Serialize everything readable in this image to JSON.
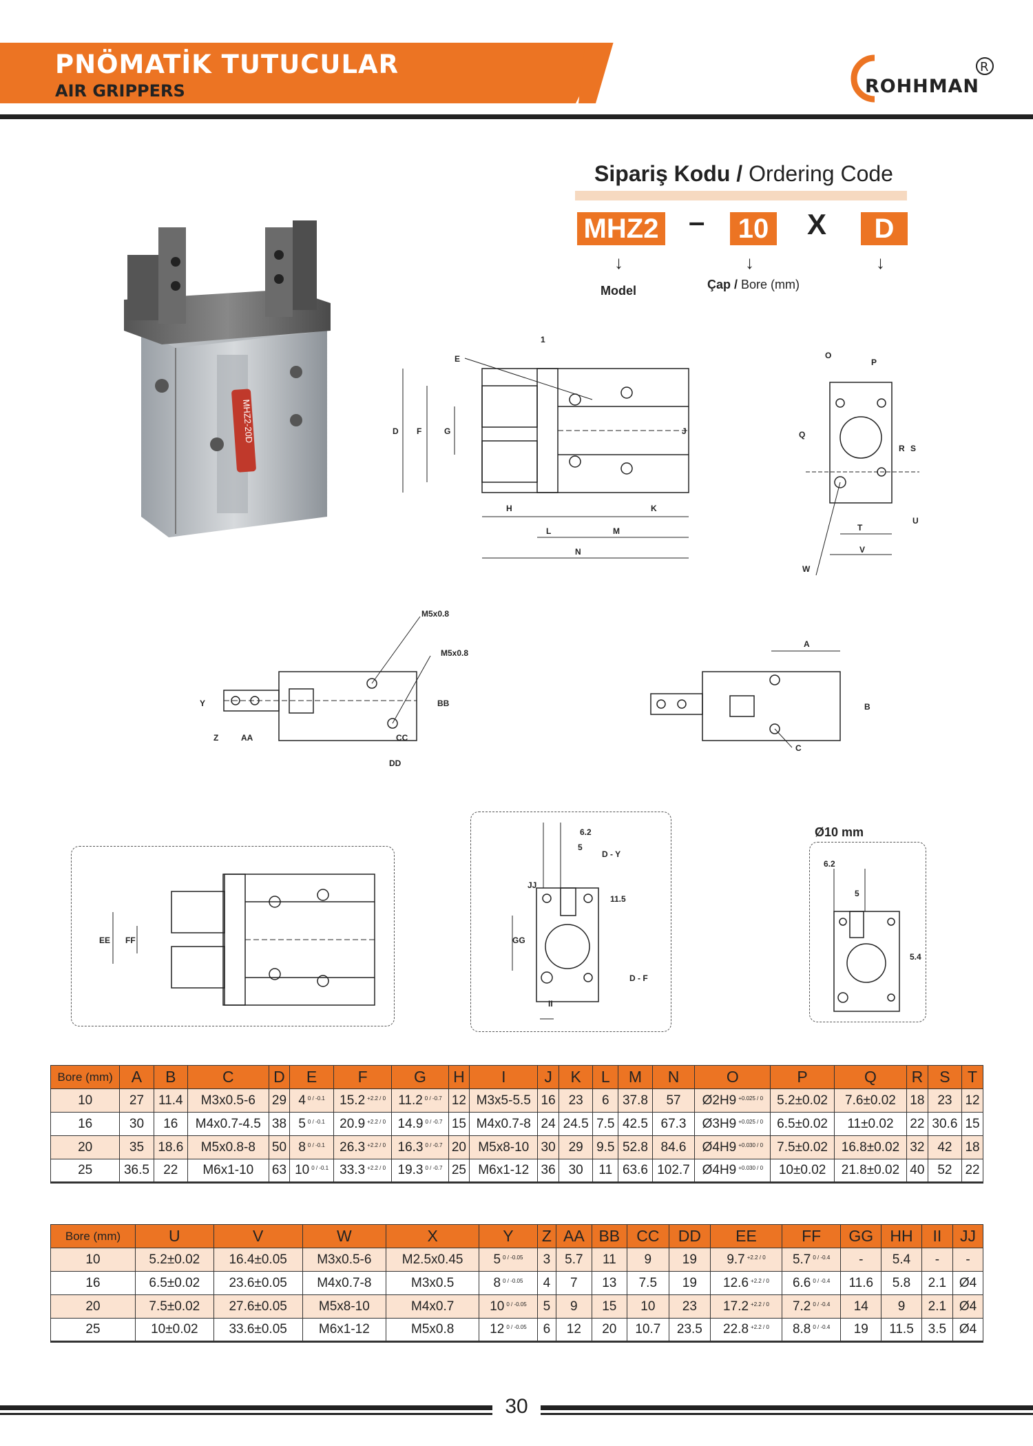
{
  "header": {
    "title_tr": "PNÖMATİK TUTUCULAR",
    "title_en": "AIR GRIPPERS",
    "brand": "ROHHMAN",
    "registered": "R",
    "colors": {
      "accent": "#ec7423",
      "dark": "#222222",
      "light_accent": "#fbe3d1"
    }
  },
  "ordering": {
    "title_tr": "Sipariş Kodu",
    "separator": " / ",
    "title_en": "Ordering Code",
    "code_model": "MHZ2",
    "code_dash": "–",
    "code_bore": "10",
    "code_x": "X",
    "code_suffix": "D",
    "arrow": "↓",
    "label_model": "Model",
    "label_bore_tr": "Çap",
    "label_bore_sep": " / ",
    "label_bore_en": "Bore (mm)"
  },
  "drawing_labels": {
    "d1": [
      "1",
      "E",
      "D",
      "F",
      "G",
      "H",
      "L",
      "M",
      "N",
      "K",
      "J"
    ],
    "d2": [
      "O",
      "P",
      "Q",
      "R",
      "S",
      "U",
      "T",
      "V",
      "W"
    ],
    "d3": [
      "M5x0.8",
      "M5x0.8",
      "Y",
      "Z",
      "AA",
      "BB",
      "CC",
      "DD"
    ],
    "d4": [
      "A",
      "B",
      "C"
    ],
    "d5": [
      "EE",
      "FF"
    ],
    "d6": [
      "6.2",
      "5",
      "D - Y",
      "JJ",
      "11.5",
      "GG",
      "D - F",
      "II"
    ],
    "d7_title": "Ø10 mm",
    "d7": [
      "6.2",
      "5",
      "5.4"
    ]
  },
  "table1": {
    "headers": [
      "Bore (mm)",
      "A",
      "B",
      "C",
      "D",
      "E",
      "F",
      "G",
      "H",
      "I",
      "J",
      "K",
      "L",
      "M",
      "N",
      "O",
      "P",
      "Q",
      "R",
      "S",
      "T"
    ],
    "rows": [
      {
        "bore": "10",
        "A": "27",
        "B": "11.4",
        "C": "M3x0.5-6",
        "D": "29",
        "E": "4",
        "E_tol": "0 / -0.1",
        "F": "15.2",
        "F_tol": "+2.2 / 0",
        "G": "11.2",
        "G_tol": "0 / -0.7",
        "H": "12",
        "I": "M3x5-5.5",
        "J": "16",
        "K": "23",
        "L": "6",
        "M": "37.8",
        "N": "57",
        "O": "Ø2H9",
        "O_tol": "+0.025 / 0",
        "P": "5.2±0.02",
        "Q": "7.6±0.02",
        "R": "18",
        "S": "23",
        "T": "12"
      },
      {
        "bore": "16",
        "A": "30",
        "B": "16",
        "C": "M4x0.7-4.5",
        "D": "38",
        "E": "5",
        "E_tol": "0 / -0.1",
        "F": "20.9",
        "F_tol": "+2.2 / 0",
        "G": "14.9",
        "G_tol": "0 / -0.7",
        "H": "15",
        "I": "M4x0.7-8",
        "J": "24",
        "K": "24.5",
        "L": "7.5",
        "M": "42.5",
        "N": "67.3",
        "O": "Ø3H9",
        "O_tol": "+0.025 / 0",
        "P": "6.5±0.02",
        "Q": "11±0.02",
        "R": "22",
        "S": "30.6",
        "T": "15"
      },
      {
        "bore": "20",
        "A": "35",
        "B": "18.6",
        "C": "M5x0.8-8",
        "D": "50",
        "E": "8",
        "E_tol": "0 / -0.1",
        "F": "26.3",
        "F_tol": "+2.2 / 0",
        "G": "16.3",
        "G_tol": "0 / -0.7",
        "H": "20",
        "I": "M5x8-10",
        "J": "30",
        "K": "29",
        "L": "9.5",
        "M": "52.8",
        "N": "84.6",
        "O": "Ø4H9",
        "O_tol": "+0.030 / 0",
        "P": "7.5±0.02",
        "Q": "16.8±0.02",
        "R": "32",
        "S": "42",
        "T": "18"
      },
      {
        "bore": "25",
        "A": "36.5",
        "B": "22",
        "C": "M6x1-10",
        "D": "63",
        "E": "10",
        "E_tol": "0 / -0.1",
        "F": "33.3",
        "F_tol": "+2.2 / 0",
        "G": "19.3",
        "G_tol": "0 / -0.7",
        "H": "25",
        "I": "M6x1-12",
        "J": "36",
        "K": "30",
        "L": "11",
        "M": "63.6",
        "N": "102.7",
        "O": "Ø4H9",
        "O_tol": "+0.030 / 0",
        "P": "10±0.02",
        "Q": "21.8±0.02",
        "R": "40",
        "S": "52",
        "T": "22"
      }
    ]
  },
  "table2": {
    "headers": [
      "Bore (mm)",
      "U",
      "V",
      "W",
      "X",
      "Y",
      "Z",
      "AA",
      "BB",
      "CC",
      "DD",
      "EE",
      "FF",
      "GG",
      "HH",
      "II",
      "JJ"
    ],
    "rows": [
      {
        "bore": "10",
        "U": "5.2±0.02",
        "V": "16.4±0.05",
        "W": "M3x0.5-6",
        "X": "M2.5x0.45",
        "Y": "5",
        "Y_tol": "0 / -0.05",
        "Z": "3",
        "AA": "5.7",
        "BB": "11",
        "CC": "9",
        "DD": "19",
        "EE": "9.7",
        "EE_tol": "+2.2 / 0",
        "FF": "5.7",
        "FF_tol": "0 / -0.4",
        "GG": "-",
        "HH": "5.4",
        "II": "-",
        "JJ": "-"
      },
      {
        "bore": "16",
        "U": "6.5±0.02",
        "V": "23.6±0.05",
        "W": "M4x0.7-8",
        "X": "M3x0.5",
        "Y": "8",
        "Y_tol": "0 / -0.05",
        "Z": "4",
        "AA": "7",
        "BB": "13",
        "CC": "7.5",
        "DD": "19",
        "EE": "12.6",
        "EE_tol": "+2.2 / 0",
        "FF": "6.6",
        "FF_tol": "0 / -0.4",
        "GG": "11.6",
        "HH": "5.8",
        "II": "2.1",
        "JJ": "Ø4"
      },
      {
        "bore": "20",
        "U": "7.5±0.02",
        "V": "27.6±0.05",
        "W": "M5x8-10",
        "X": "M4x0.7",
        "Y": "10",
        "Y_tol": "0 / -0.05",
        "Z": "5",
        "AA": "9",
        "BB": "15",
        "CC": "10",
        "DD": "23",
        "EE": "17.2",
        "EE_tol": "+2.2 / 0",
        "FF": "7.2",
        "FF_tol": "0 / -0.4",
        "GG": "14",
        "HH": "9",
        "II": "2.1",
        "JJ": "Ø4"
      },
      {
        "bore": "25",
        "U": "10±0.02",
        "V": "33.6±0.05",
        "W": "M6x1-12",
        "X": "M5x0.8",
        "Y": "12",
        "Y_tol": "0 / -0.05",
        "Z": "6",
        "AA": "12",
        "BB": "20",
        "CC": "10.7",
        "DD": "23.5",
        "EE": "22.8",
        "EE_tol": "+2.2 / 0",
        "FF": "8.8",
        "FF_tol": "0 / -0.4",
        "GG": "19",
        "HH": "11.5",
        "II": "3.5",
        "JJ": "Ø4"
      }
    ]
  },
  "product_label": "MHZ2-20D",
  "footer": {
    "page": "30"
  }
}
